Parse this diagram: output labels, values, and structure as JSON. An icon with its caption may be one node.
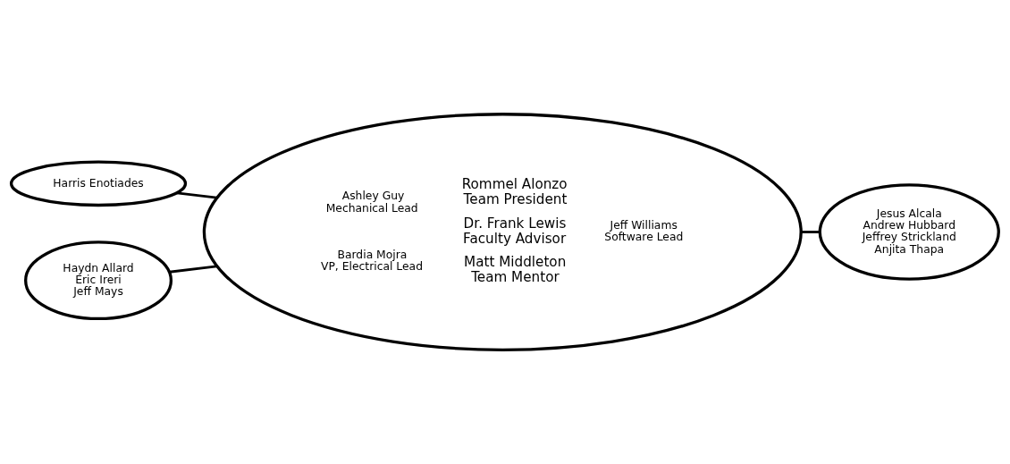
{
  "diagram": {
    "nodes": [
      {
        "text": [
          "Harris Enotiades"
        ]
      },
      {
        "text": [
          "Rommel Alonzo",
          "Team President",
          "Ashley Guy",
          "Mechanical Lead",
          "Dr. Frank Lewis",
          "Faculty Advisor",
          "Jeff Williams",
          "Software Lead",
          "Bardia Mojra",
          "VP, Electrical Lead",
          "Matt Middleton",
          "Team Mentor"
        ]
      },
      {
        "text": [
          "Jesus Alcala",
          "Andrew Hubbard",
          "Jeffrey Strickland",
          "Anjita Thapa"
        ]
      },
      {
        "text": [
          "Haydn Allard",
          "Eric Ireri",
          "Jeff Mays"
        ]
      }
    ],
    "edges": [
      {
        "from": 0,
        "to": 1,
        "arrow": "none"
      },
      {
        "from": 1,
        "to": 2,
        "arrow": "none"
      },
      {
        "from": 3,
        "to": 1,
        "arrow": "none"
      }
    ]
  }
}
